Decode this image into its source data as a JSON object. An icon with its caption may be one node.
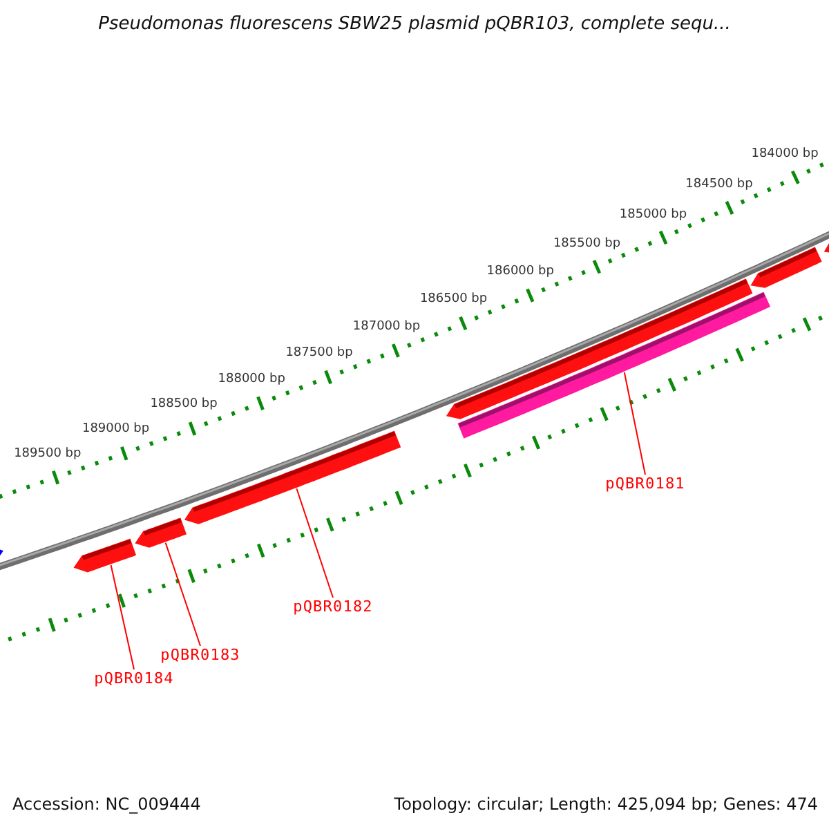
{
  "diagram": {
    "title": "Pseudomonas fluorescens SBW25 plasmid pQBR103, complete sequ...",
    "nodes": [
      {
        "text": [],
        "shape": "arrow"
      },
      {
        "text": [],
        "shape": "arrow"
      },
      {
        "text": [],
        "shape": "arrow"
      },
      {
        "text": [],
        "shape": "arrow"
      },
      {
        "text": [],
        "shape": "arrow"
      },
      {
        "text": [],
        "shape": "bar"
      },
      {
        "text": [],
        "shape": "arrow"
      },
      {
        "text": [],
        "shape": "arrow"
      },
      {
        "text": [
          "pQBR0184"
        ]
      },
      {
        "text": [
          "pQBR0183"
        ]
      },
      {
        "text": [
          "pQBR0182"
        ]
      },
      {
        "text": [
          "pQBR0181"
        ]
      }
    ],
    "edges": [
      {
        "from": 8,
        "to": 1,
        "arrow": "none"
      },
      {
        "from": 9,
        "to": 2,
        "arrow": "none"
      },
      {
        "from": 10,
        "to": 3,
        "arrow": "none"
      },
      {
        "from": 11,
        "to": 5,
        "arrow": "none"
      }
    ],
    "labels": [
      "189500 bp",
      "189000 bp",
      "188500 bp",
      "188000 bp",
      "187500 bp",
      "187000 bp",
      "186500 bp",
      "186000 bp",
      "185500 bp",
      "185000 bp",
      "184500 bp",
      "184000 bp",
      "Accession: NC_009444",
      "Topology: circular; Length: 425,094 bp; Genes: 474"
    ]
  }
}
